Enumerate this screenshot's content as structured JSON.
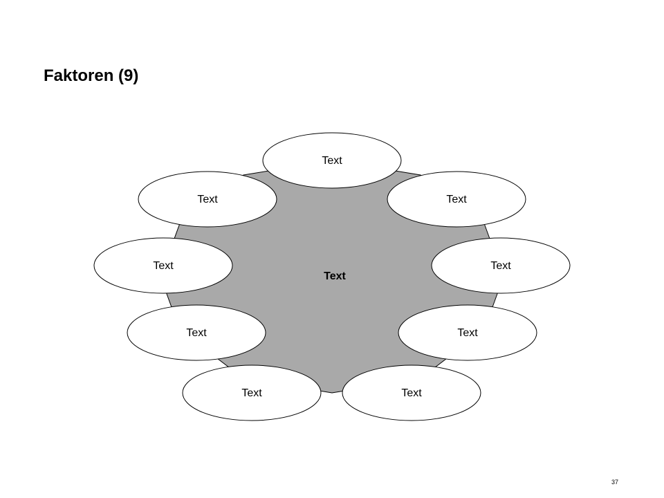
{
  "title": "Faktoren (9)",
  "page_number": "37",
  "colors": {
    "center_fill": "#a9a9a9",
    "ellipse_fill": "#ffffff",
    "stroke": "#000000"
  },
  "center": {
    "label": "Text"
  },
  "factors": [
    {
      "label": "Text"
    },
    {
      "label": "Text"
    },
    {
      "label": "Text"
    },
    {
      "label": "Text"
    },
    {
      "label": "Text"
    },
    {
      "label": "Text"
    },
    {
      "label": "Text"
    },
    {
      "label": "Text"
    },
    {
      "label": "Text"
    }
  ]
}
